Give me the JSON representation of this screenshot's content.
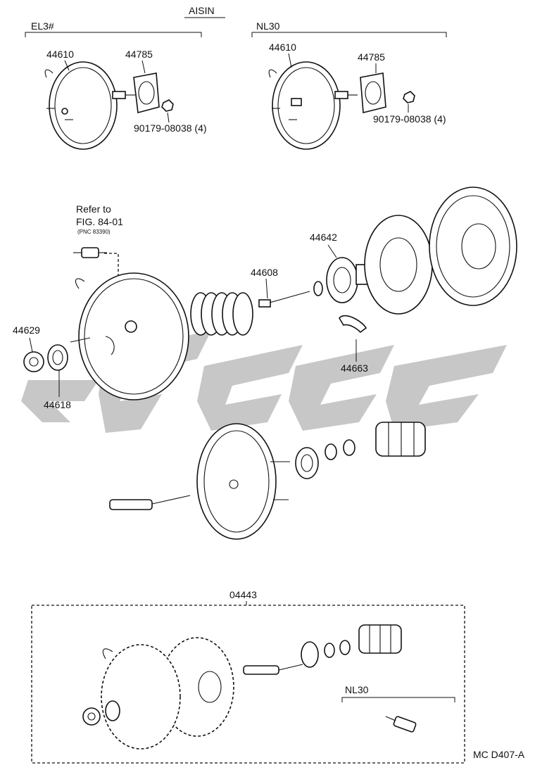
{
  "header": {
    "supplier": "AISIN"
  },
  "variants": [
    {
      "code": "EL3#"
    },
    {
      "code": "NL30"
    }
  ],
  "top_labels": {
    "booster_left": "44610",
    "gasket_left": "44785",
    "nut_left": "90179-08038 (4)",
    "booster_right": "44610",
    "gasket_right": "44785",
    "nut_right": "90179-08038 (4)"
  },
  "reference": {
    "line1": "Refer to",
    "line2": "FIG. 84-01",
    "line3": "(PNC 83390)"
  },
  "parts": [
    {
      "number": "44608"
    },
    {
      "number": "44642"
    },
    {
      "number": "44629"
    },
    {
      "number": "44618"
    },
    {
      "number": "44663"
    }
  ],
  "assembly": {
    "number": "04443",
    "variant": "NL30"
  },
  "figure_code": "MC D407-A",
  "watermark_color": "#bdbdbd"
}
